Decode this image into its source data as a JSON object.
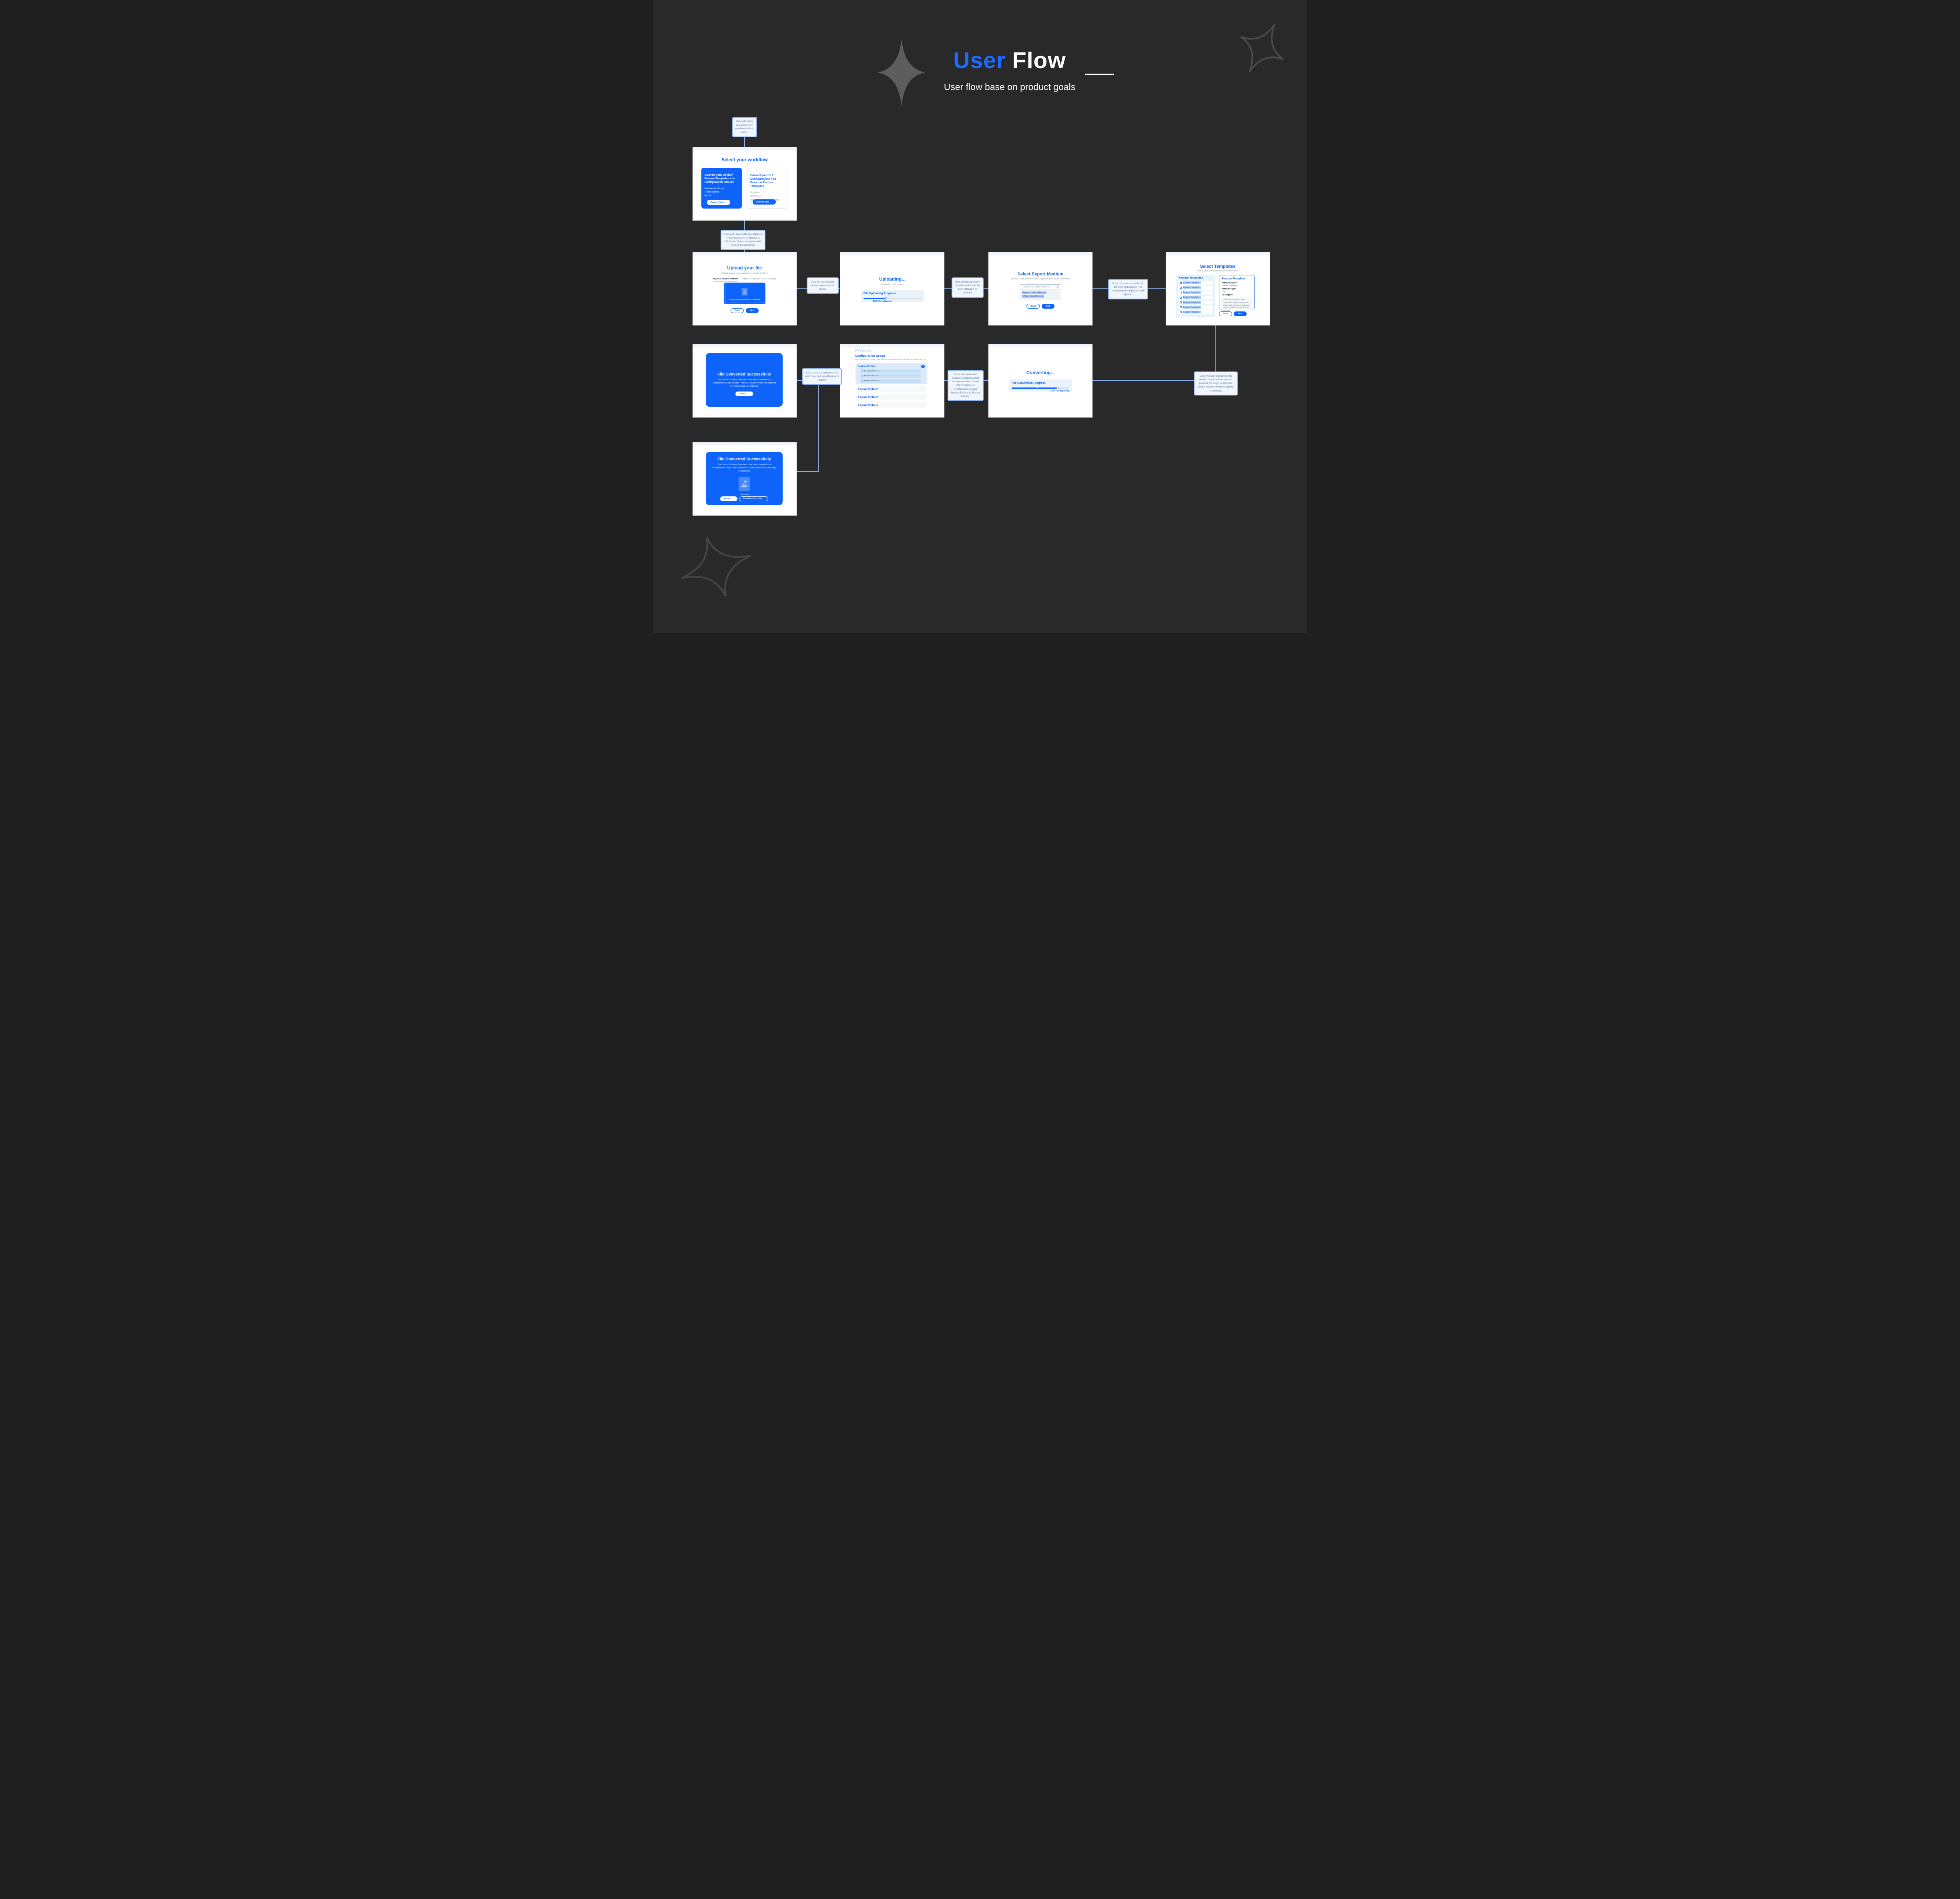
{
  "page": {
    "title_accent": "User",
    "title_rest": "Flow",
    "subtitle": "User flow base on product goals"
  },
  "icons": {
    "arrow_right": "→",
    "arrow_down": "↓",
    "plus": "+",
    "close": "×"
  },
  "colors": {
    "background": "#292929",
    "accent_blue": "#0d63fa",
    "title_accent_blue": "#1f6bff",
    "note_background": "#f0f6fc",
    "note_border": "#8ab1ee",
    "note_text": "#5e7ba6",
    "connector": "#85abe9"
  },
  "annotations": {
    "a1": "User will select any conversion workflow to begin with...",
    "a2": "User gives Live vManage details to import templates or uploads a Sastre Archive of templates that need to be converted.",
    "a3": "User will upload a file and progress will be shown",
    "a4": "User selects an export medium which can be Live vManage or Archive",
    "a5": "Once the user proceeds with the exported medium, the conversion list of parcels with appear.",
    "a6": "User selects an export medium which can be Live vManage or Archive",
    "a7": "Once the conversion process completes, user can preview the created UX2.0 objects i.e. Configuration groups, Feature Profiles & Feature Parcels.",
    "a8": "Once the user select with the related parcel, the conversion process will begin. A progress loader will be shown throughout the process."
  },
  "cards": {
    "select_workflow": {
      "title": "Select your workflow",
      "left": {
        "title": "Convert your Device/ Feature Templates into Configuration Groups",
        "items": [
          "Configuration Groups",
          "Feature profiles",
          "Parcels"
        ],
        "cta": "Convert Now"
      },
      "right": {
        "title": "Convert your CLI Configurations into Device & Feature Templates",
        "items": [
          "Templates",
          "Device CLIs",
          "Device CLI to CLI Configuration",
          "CLI Policies"
        ],
        "cta": "Convert Now"
      }
    },
    "upload_file": {
      "title": "Upload your file",
      "subtitle": "Import templates or uploads a Sastre Archive",
      "tabs": [
        "Upload Sastre Archive",
        "Import Templates from vManage"
      ],
      "dropzone_text": "Drop your template here or",
      "browse_label": "Browse",
      "back": "Back",
      "next": "Next"
    },
    "uploading": {
      "title": "Uploading...",
      "subtitle": "Uploading in Progress",
      "progress_label": "File Uploading Progress",
      "progress_value": 39,
      "progress_caption": "39% File Uploading"
    },
    "export_medium": {
      "title": "Select Export Medium",
      "subtitle": "Specify Target Device & WAN Edge Device List for conversion",
      "dropdown_placeholder": "Select your export medium",
      "options": [
        "Export to Live vManage",
        "Offline Downloadable"
      ],
      "back": "Back",
      "next": "Next"
    },
    "select_templates": {
      "title": "Select Templates",
      "subtitle": "Select your feature templates for conversion",
      "list_title": "Feature Templates",
      "templates": [
        "Feature Template 1",
        "Feature Template 2",
        "Feature Template 3",
        "Feature Template 4",
        "Feature Template 5",
        "Feature Template 6",
        "Feature Template 7"
      ],
      "checked_index": 0,
      "detail": {
        "panel_title": "Feature Template",
        "name_label": "Template Name",
        "name_value": "Feature Template 1",
        "type_label": "Template Type",
        "type_value": "AAA",
        "desc_label": "Description",
        "desc_value": "Lorem ipsum dolor sit amet, consectetur adipiscing elitLorem ipsum dolor sit amet, consectetur adipiscing elitLorem ipsum dolor sit amet..."
      },
      "back": "Back",
      "next": "Next"
    },
    "converted_vmanage": {
      "title": "File Converted Successfully",
      "description": "The Device & Feature Templates have been converted into Configuration Group, Feature Profiles & Feature Parcels and exported on your provided Live vManage",
      "home": "Home"
    },
    "preview": {
      "watermark": "Preview",
      "title": "Configuration Group",
      "subtitle": "Your configuration group have following associated feature profile and feature parcels",
      "expanded": {
        "title": "Feature Profile 1",
        "parcels": [
          "Feature Parcel 1",
          "Feature Parcel 2",
          "Feature Parcel 3"
        ]
      },
      "collapsed": [
        "Feature Profile 2",
        "Feature Profile 3",
        "Feature Profile 4"
      ]
    },
    "converting": {
      "title": "Converting...",
      "progress_label": "File Conversion Progress",
      "progress_value": 79,
      "progress_caption": "79% File Importing"
    },
    "converted_download": {
      "title": "File Converted Successfully",
      "description": "The Device & Feature Templates have been converted into Configuration Group, Feature Profiles & Feature Parcels and are ready to download",
      "file_label": "File Name",
      "home": "Home",
      "download": "Download Archive"
    }
  }
}
